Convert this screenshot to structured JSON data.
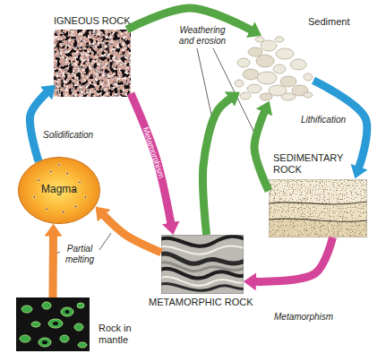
{
  "diagram": {
    "nodes": [
      {
        "text": [
          "IGNEOUS ROCK"
        ]
      },
      {
        "text": [
          "Sediment"
        ]
      },
      {
        "text": [
          "Magma"
        ]
      },
      {
        "text": [
          "SEDIMENTARY ROCK"
        ]
      },
      {
        "text": [
          "METAMORPHIC ROCK"
        ]
      },
      {
        "text": [
          "Rock in mantle"
        ]
      }
    ],
    "edges": [
      {
        "from": 0,
        "to": 1,
        "arrow": "to"
      },
      {
        "from": 1,
        "to": 3,
        "label": "Lithification",
        "arrow": "to"
      },
      {
        "from": 3,
        "to": 4,
        "label": "Metamorphism",
        "arrow": "to"
      },
      {
        "from": 0,
        "to": 4,
        "label": "Metamorphism",
        "arrow": "to"
      },
      {
        "from": 4,
        "to": 1,
        "arrow": "to"
      },
      {
        "from": 3,
        "to": 1,
        "arrow": "to"
      },
      {
        "from": 4,
        "to": 2,
        "arrow": "to"
      },
      {
        "from": 5,
        "to": 2,
        "arrow": "to"
      },
      {
        "from": 2,
        "to": 0,
        "label": "Solidification",
        "arrow": "to"
      }
    ],
    "labels": [
      "Weathering and erosion",
      "Partial melting"
    ]
  }
}
